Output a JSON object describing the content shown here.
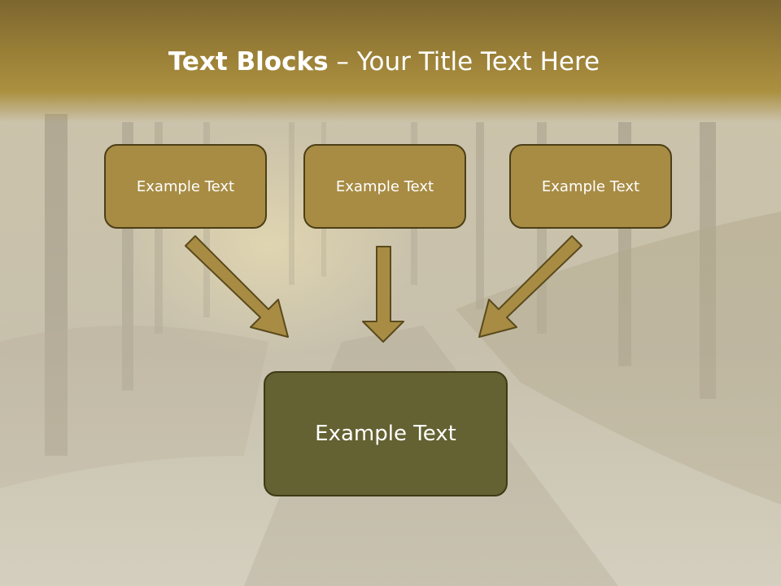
{
  "slide": {
    "title_bold": "Text Blocks",
    "title_separator": "–",
    "title_rest": "Your Title Text Here"
  },
  "blocks": [
    {
      "label": "Example Text"
    },
    {
      "label": "Example Text"
    },
    {
      "label": "Example Text"
    }
  ],
  "target_block": {
    "label": "Example Text"
  },
  "colors": {
    "header": "#9a8037",
    "small_box": "#a88c44",
    "big_box": "#646132",
    "arrow": "#a88c44",
    "border": "#4b3f17"
  }
}
